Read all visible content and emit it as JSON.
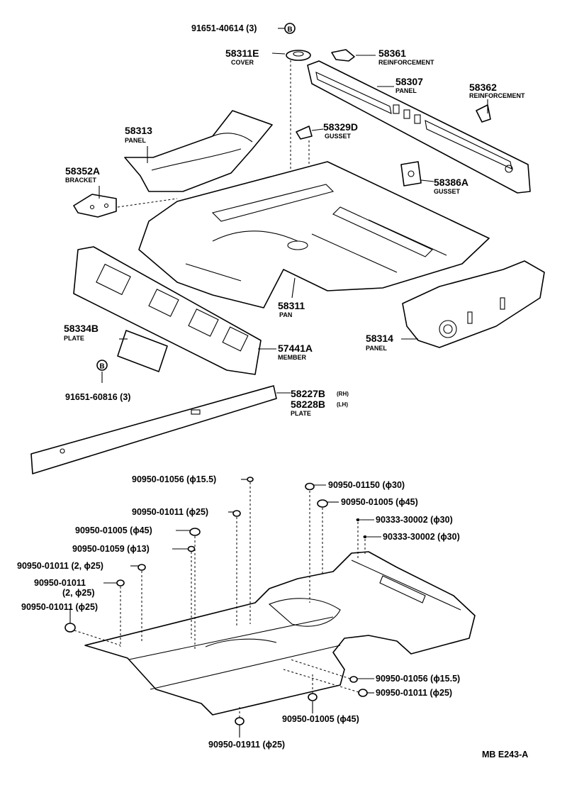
{
  "callouts": {
    "c_91651_40614": "91651-40614 (3)",
    "c_58311e": "58311E",
    "c_cover": "COVER",
    "c_58361": "58361",
    "c_reinf1": "REINFORCEMENT",
    "c_58307": "58307",
    "c_panel1": "PANEL",
    "c_58362": "58362",
    "c_reinf2": "REINFORCEMENT",
    "c_58313": "58313",
    "c_panel2": "PANEL",
    "c_58329d": "58329D",
    "c_gusset1": "GUSSET",
    "c_58352a": "58352A",
    "c_bracket": "BRACKET",
    "c_58386a": "58386A",
    "c_gusset2": "GUSSET",
    "c_58311": "58311",
    "c_pan": "PAN",
    "c_58334b": "58334B",
    "c_plate1": "PLATE",
    "c_57441a": "57441A",
    "c_member": "MEMBER",
    "c_58314": "58314",
    "c_panel3": "PANEL",
    "c_91651_60816": "91651-60816 (3)",
    "c_58227b": "58227B",
    "c_rh": "(RH)",
    "c_58228b": "58228B",
    "c_lh": "(LH)",
    "c_plate2": "PLATE",
    "c_badge": "B"
  },
  "grommets": {
    "g01": "90950-01056 (ϕ15.5)",
    "g02": "90950-01150 (ϕ30)",
    "g03": "90950-01011 (ϕ25)",
    "g04": "90950-01005 (ϕ45)",
    "g05": "90333-30002 (ϕ30)",
    "g06": "90950-01005 (ϕ45)",
    "g07": "90333-30002 (ϕ30)",
    "g08": "90950-01059 (ϕ13)",
    "g09": "90950-01011 (2, ϕ25)",
    "g10a": "90950-01011",
    "g10b": "(2, ϕ25)",
    "g11": "90950-01011 (ϕ25)",
    "g12": "90950-01056 (ϕ15.5)",
    "g13": "90950-01011 (ϕ25)",
    "g14": "90950-01005 (ϕ45)",
    "g15": "90950-01911 (ϕ25)"
  },
  "figure_code": "MB E243-A"
}
